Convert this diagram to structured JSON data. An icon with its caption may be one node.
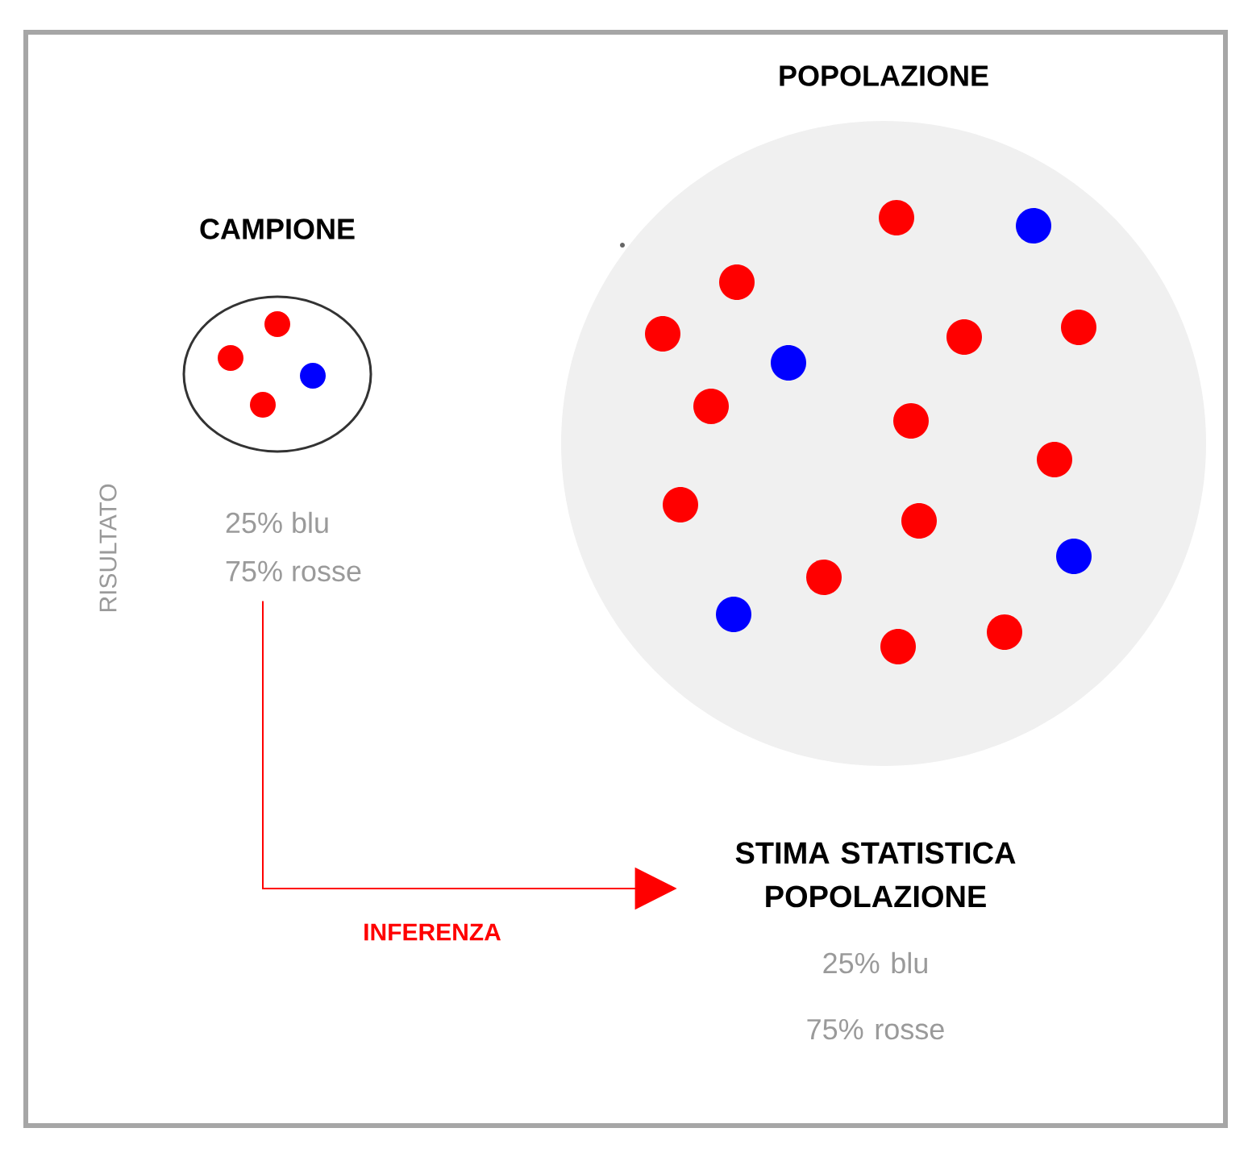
{
  "diagram": {
    "nodes": [
      {
        "text": [
          "CAMPIONE"
        ]
      },
      {
        "text": [
          "POPOLAZIONE"
        ]
      },
      {
        "text": [
          "25% blu",
          "75% rosse"
        ]
      },
      {
        "text": [
          "STIMA STATISTICA POPOLAZIONE",
          "25% blu",
          "75% rosse"
        ]
      }
    ],
    "edges": [
      {
        "from": 2,
        "to": 3,
        "arrow": "to",
        "label": "INFERENZA",
        "color": "#ff0000"
      }
    ],
    "labels": [
      "RISULTATO"
    ]
  }
}
